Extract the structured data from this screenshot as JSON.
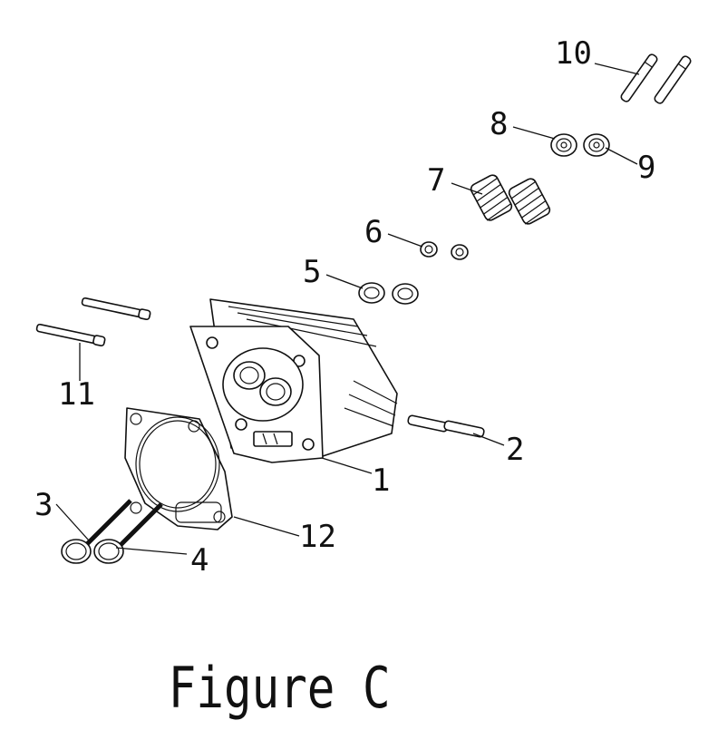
{
  "figure": {
    "caption": "Figure C",
    "callouts": [
      "1",
      "2",
      "3",
      "4",
      "5",
      "6",
      "7",
      "8",
      "9",
      "10",
      "11",
      "12"
    ]
  }
}
